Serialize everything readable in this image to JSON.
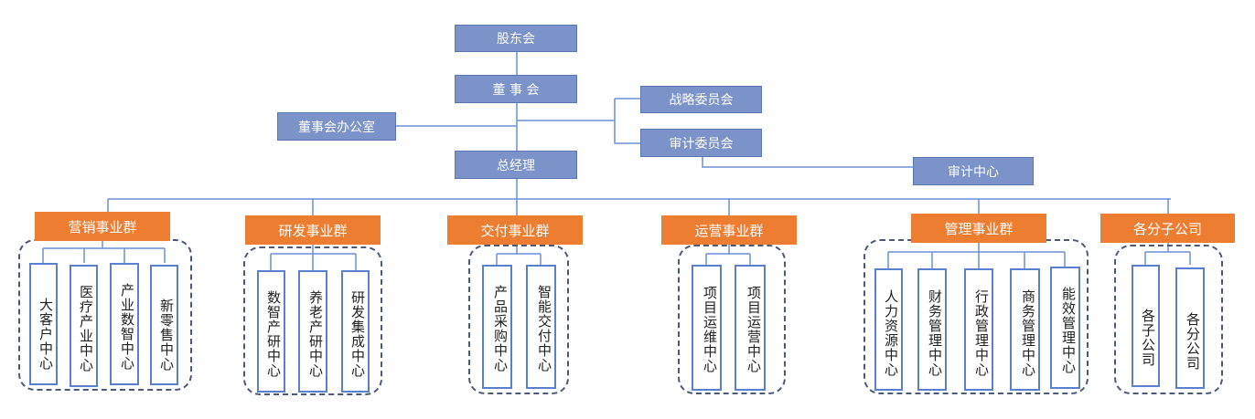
{
  "top": {
    "shareholders": "股东会",
    "board": "董 事 会",
    "board_office": "董事会办公室",
    "strategy": "战略委员会",
    "audit_committee": "审计委员会",
    "gm": "总经理",
    "audit_center": "审计中心"
  },
  "groups": [
    {
      "name": "营销事业群",
      "units": [
        "大客户中心",
        "医疗产业中心",
        "产业数智中心",
        "新零售中心"
      ]
    },
    {
      "name": "研发事业群",
      "units": [
        "数智产研中心",
        "养老产研中心",
        "研发集成中心"
      ]
    },
    {
      "name": "交付事业群",
      "units": [
        "产品采购中心",
        "智能交付中心"
      ]
    },
    {
      "name": "运营事业群",
      "units": [
        "项目运维中心",
        "项目运营中心"
      ]
    },
    {
      "name": "管理事业群",
      "units": [
        "人力资源中心",
        "财务管理中心",
        "行政管理中心",
        "商务管理中心",
        "能效管理中心"
      ]
    },
    {
      "name": "各分子公司",
      "units": [
        "各子公司",
        "各分公司"
      ]
    }
  ],
  "colors": {
    "blue": "#7b93c9",
    "orange": "#ed7d31",
    "line": "#5b7fcf"
  }
}
